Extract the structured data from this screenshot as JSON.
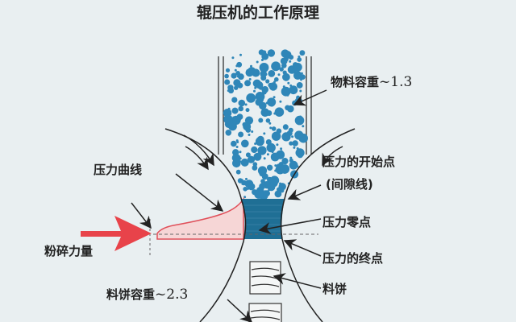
{
  "title": "辊压机的工作原理",
  "labels": {
    "material_density": "物料容重",
    "material_density_value": "~1.3",
    "pressure_curve": "压力曲线",
    "pressure_start": "压力的开始点",
    "gap_line": "(间隙线)",
    "pressure_zero": "压力零点",
    "crushing_force": "粉碎力量",
    "pressure_end": "压力的终点",
    "cake": "料饼",
    "cake_density": "料饼容重",
    "cake_density_value": "~2.3"
  },
  "colors": {
    "background": "#e9eff1",
    "particle": "#2f86b8",
    "compressed_zone": "#1f6f95",
    "pressure_fill": "#f6d6d6",
    "pressure_line": "#e0505a",
    "force_arrow": "#e8434a"
  }
}
